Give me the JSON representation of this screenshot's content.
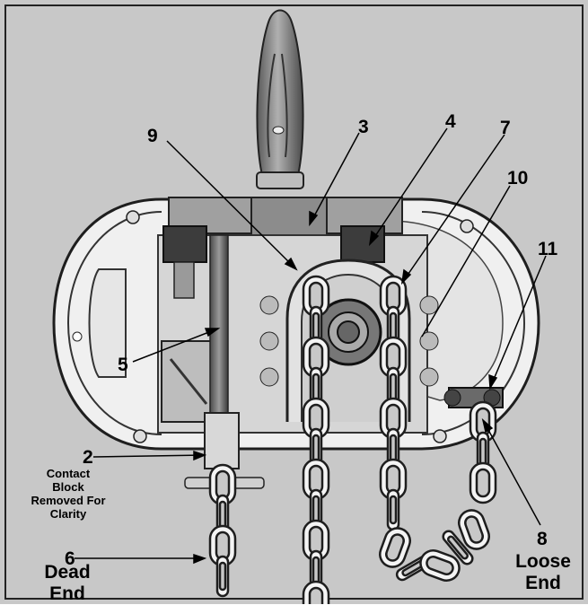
{
  "colors": {
    "background": "#c8c8c8",
    "panel": "#d9d9d9",
    "outline": "#1e1e1e",
    "metal": "#8a8a8a",
    "dark": "#4a4a4a",
    "light": "#f2f2f2"
  },
  "callouts": {
    "c2": "2",
    "c3": "3",
    "c4": "4",
    "c5": "5",
    "c6": "6",
    "c7": "7",
    "c8": "8",
    "c9": "9",
    "c10": "10",
    "c11": "11"
  },
  "captions": {
    "contact_block_1": "Contact",
    "contact_block_2": "Block",
    "contact_block_3": "Removed For",
    "contact_block_4": "Clarity",
    "dead_end_1": "Dead",
    "dead_end_2": "End",
    "loose_end_1": "Loose",
    "loose_end_2": "End"
  }
}
